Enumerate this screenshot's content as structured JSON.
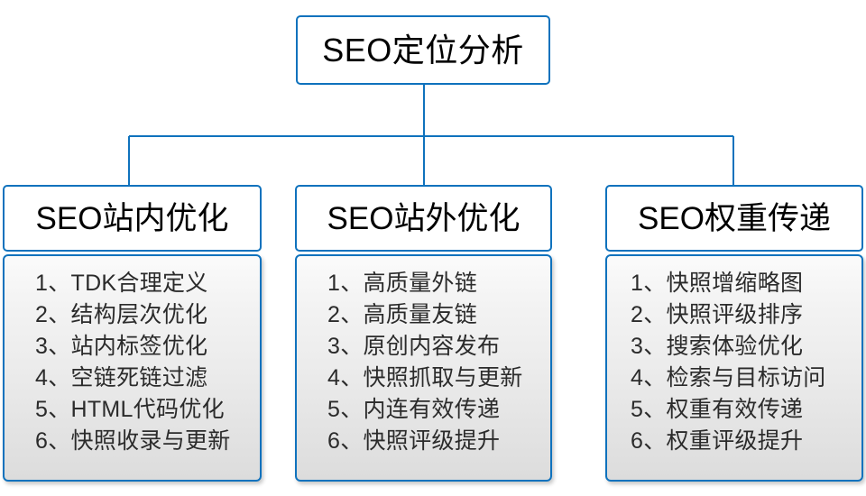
{
  "diagram": {
    "type": "org-tree",
    "root": {
      "label": "SEO定位分析"
    },
    "accent_color": "#0f72bd",
    "branches": [
      {
        "id": "on-site",
        "header": "SEO站内优化",
        "items": [
          "1、TDK合理定义",
          "2、结构层次优化",
          "3、站内标签优化",
          "4、空链死链过滤",
          "5、HTML代码优化",
          "6、快照收录与更新"
        ]
      },
      {
        "id": "off-site",
        "header": "SEO站外优化",
        "items": [
          "1、高质量外链",
          "2、高质量友链",
          "3、原创内容发布",
          "4、快照抓取与更新",
          "5、内连有效传递",
          "6、快照评级提升"
        ]
      },
      {
        "id": "weight-transfer",
        "header": "SEO权重传递",
        "items": [
          "1、快照增缩略图",
          "2、快照评级排序",
          "3、搜索体验优化",
          "4、检索与目标访问",
          "5、权重有效传递",
          "6、权重评级提升"
        ]
      }
    ]
  }
}
